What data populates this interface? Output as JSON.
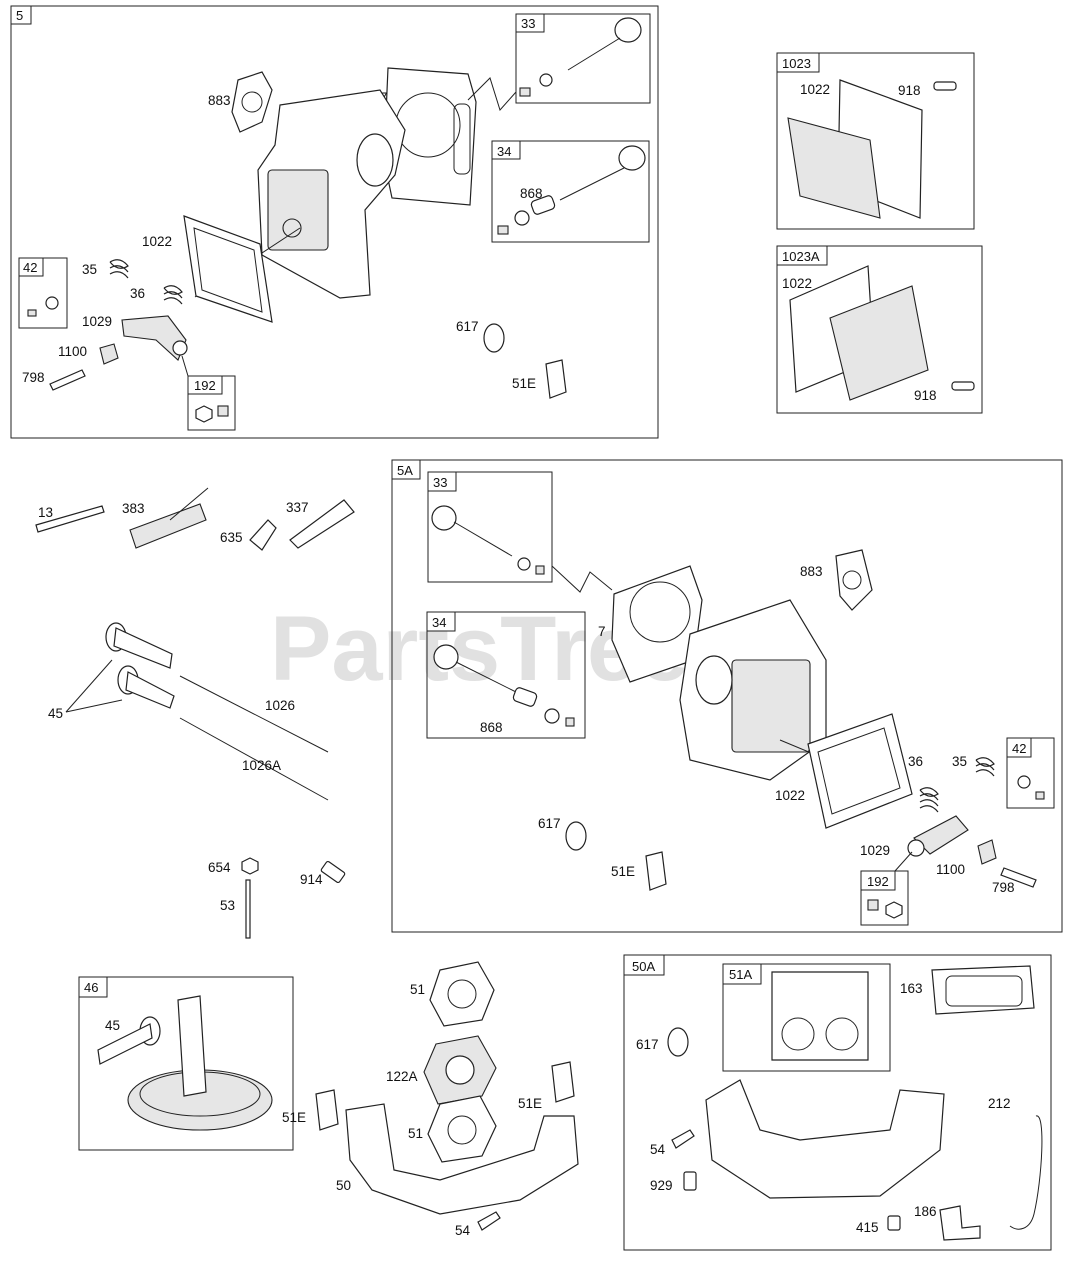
{
  "watermark": "PartsTree",
  "groups": {
    "g5": "5",
    "g5a": "5A",
    "g46": "46",
    "g50a": "50A",
    "g33": "33",
    "g34": "34",
    "g42": "42",
    "g192": "192",
    "g1023": "1023",
    "g1023a": "1023A",
    "g5a33": "33",
    "g5a34": "34",
    "g5a42": "42",
    "g5a192": "192",
    "g51a": "51A"
  },
  "labels": {
    "l883": "883",
    "l7": "7",
    "l868": "868",
    "l1022": "1022",
    "l35": "35",
    "l36": "36",
    "l1029": "1029",
    "l1100": "1100",
    "l798": "798",
    "l617": "617",
    "l51e": "51E",
    "l1023_1022": "1022",
    "l1023_918": "918",
    "l1023a_1022": "1022",
    "l1023a_918": "918",
    "l13": "13",
    "l383": "383",
    "l635": "635",
    "l337": "337",
    "l45": "45",
    "l1026": "1026",
    "l1026a": "1026A",
    "l654": "654",
    "l914": "914",
    "l53": "53",
    "l5a_883": "883",
    "l5a_7": "7",
    "l5a_868": "868",
    "l5a_36": "36",
    "l5a_35": "35",
    "l5a_1022": "1022",
    "l5a_617": "617",
    "l5a_51e": "51E",
    "l5a_1029": "1029",
    "l5a_1100": "1100",
    "l5a_798": "798",
    "l46_45": "45",
    "l51a": "51",
    "l122a": "122A",
    "l51b": "51",
    "l51e_left": "51E",
    "l51e_right": "51E",
    "l50": "50",
    "l54": "54",
    "l163": "163",
    "l50a_617": "617",
    "l212": "212",
    "l50a_54": "54",
    "l929": "929",
    "l415": "415",
    "l186": "186"
  }
}
